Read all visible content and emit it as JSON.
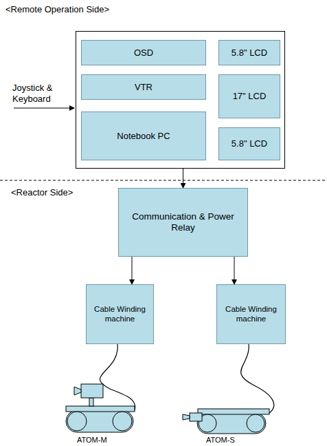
{
  "diagram": {
    "nodes": [
      {
        "text": []
      },
      {
        "text": [
          "OSD"
        ],
        "in": 0
      },
      {
        "text": [
          "VTR"
        ],
        "in": 0
      },
      {
        "text": [
          "Notebook PC"
        ],
        "in": 0
      },
      {
        "text": [
          "5.8\" LCD"
        ],
        "in": 0
      },
      {
        "text": [
          "17\" LCD"
        ],
        "in": 0
      },
      {
        "text": [
          "5.8\" LCD"
        ],
        "in": 0
      },
      {
        "text": [
          "Communication & Power Relay"
        ]
      },
      {
        "text": [
          "Cable Winding machine"
        ]
      },
      {
        "text": [
          "Cable Winding machine"
        ]
      }
    ],
    "edges": [
      {
        "from": 0,
        "to": 7,
        "arrow": "to"
      },
      {
        "from": 7,
        "to": 8,
        "arrow": "to"
      },
      {
        "from": 7,
        "to": 9,
        "arrow": "to"
      }
    ],
    "labels": [
      "<Remote Operation Side>",
      "Joystick & Keyboard",
      "<Reactor Side>",
      "ATOM-M",
      "ATOM-S"
    ]
  }
}
